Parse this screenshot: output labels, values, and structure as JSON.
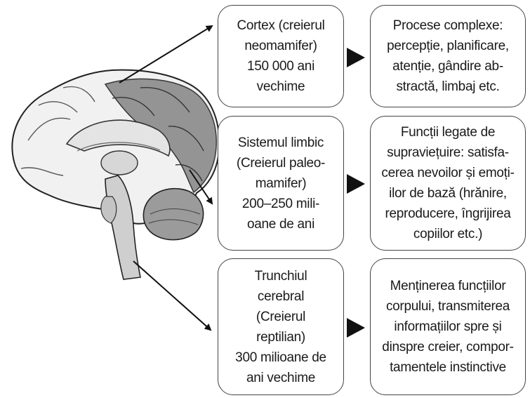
{
  "left_boxes": [
    {
      "lines": [
        "Cortex (creierul",
        "neomamifer)",
        "150 000 ani",
        "vechime"
      ]
    },
    {
      "lines": [
        "Sistemul limbic",
        "(Creierul paleo-",
        "mamifer)",
        "200–250 mili-",
        "oane de ani"
      ]
    },
    {
      "lines": [
        "Trunchiul",
        "cerebral",
        "(Creierul",
        "reptilian)",
        "300 milioane de",
        "ani vechime"
      ]
    }
  ],
  "right_boxes": [
    {
      "lines": [
        "Procese complexe:",
        "percepție, planificare,",
        "atenție, gândire ab-",
        "stractă, limbaj etc."
      ]
    },
    {
      "lines": [
        "Funcții legate de",
        "supraviețuire: satisfa-",
        "cerea nevoilor și emoți-",
        "ilor de bază (hrănire,",
        "reproducere, îngrijirea",
        "copiilor etc.)"
      ]
    },
    {
      "lines": [
        "Menținerea funcțiilor",
        "corpului, transmiterea",
        "informațiilor spre și",
        "dinspre creier, compor-",
        "tamentele instinctive"
      ]
    }
  ],
  "icons": [
    "brain-illustration",
    "arrow-icon",
    "triangle-arrow-icon"
  ]
}
